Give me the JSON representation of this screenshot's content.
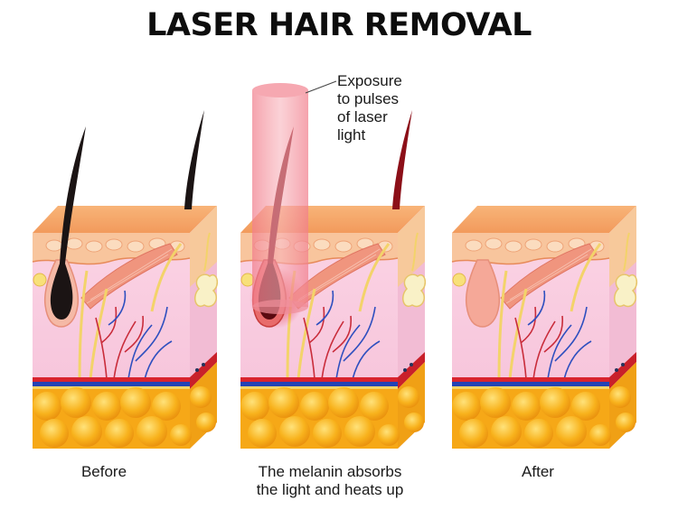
{
  "title": "LASER HAIR REMOVAL",
  "callout": {
    "lines": [
      "Exposure",
      "to pulses",
      "of laser",
      "light"
    ]
  },
  "panels": [
    {
      "id": "before",
      "caption_lines": [
        "Before"
      ]
    },
    {
      "id": "during",
      "caption_lines": [
        "The melanin absorbs",
        "the light and heats up"
      ]
    },
    {
      "id": "after",
      "caption_lines": [
        "After"
      ]
    }
  ],
  "colors": {
    "skin_top": "#f5a76b",
    "epidermis": "#f8c9a3",
    "dermis": "#f9d6e6",
    "side_face": "#f3c2d6",
    "fat": "#f7b21a",
    "laser_beam": "#f08a96",
    "hair_dark": "#1b1414",
    "hair_heated": "#7a0b12"
  }
}
